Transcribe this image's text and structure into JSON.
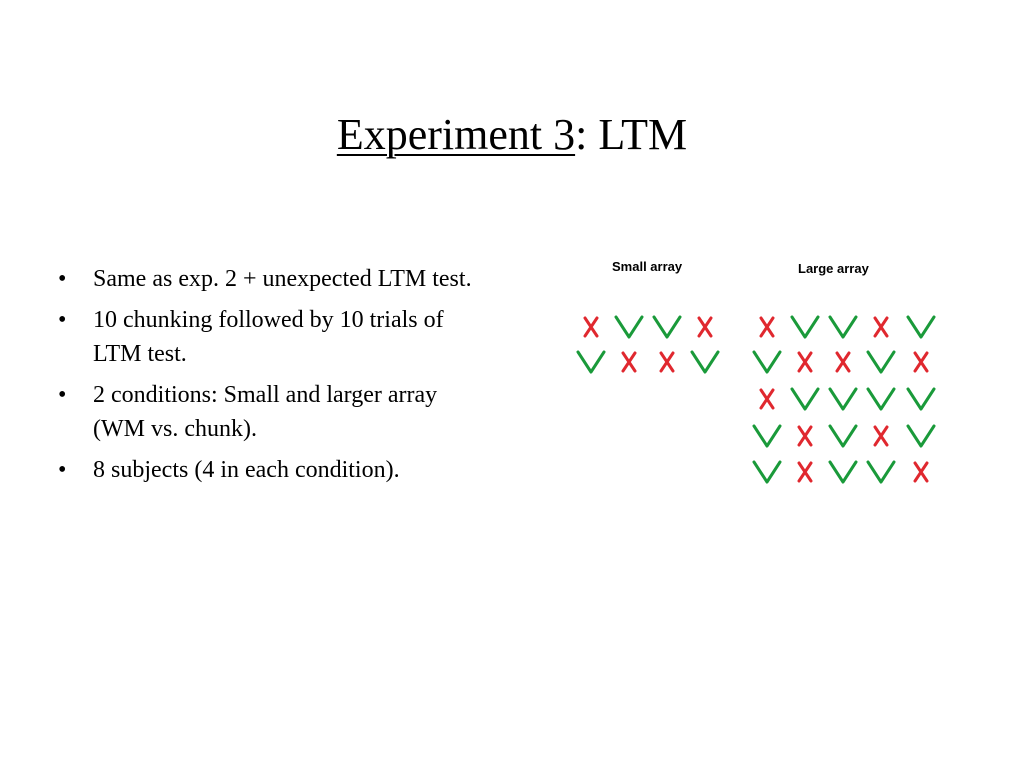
{
  "slide": {
    "title_underlined": "Experiment 3",
    "title_rest": ": LTM",
    "bullets": [
      "Same as exp. 2 + unexpected LTM test.",
      "10 chunking followed by 10 trials of LTM test.",
      "2 conditions: Small and larger array (WM vs. chunk).",
      "8 subjects (4 in each condition)."
    ]
  },
  "figure": {
    "small_label": "Small array",
    "large_label": "Large array",
    "colors": {
      "check": "#1a9a3a",
      "cross": "#e0282f"
    },
    "small_array": [
      [
        "cross",
        "check",
        "check",
        "cross"
      ],
      [
        "check",
        "cross",
        "cross",
        "check"
      ]
    ],
    "large_array": [
      [
        "cross",
        "check",
        "check",
        "cross",
        "check"
      ],
      [
        "check",
        "cross",
        "cross",
        "check",
        "cross"
      ],
      [
        "cross",
        "check",
        "check",
        "check",
        "check"
      ],
      [
        "check",
        "cross",
        "check",
        "cross",
        "check"
      ],
      [
        "check",
        "cross",
        "check",
        "check",
        "cross"
      ]
    ]
  }
}
